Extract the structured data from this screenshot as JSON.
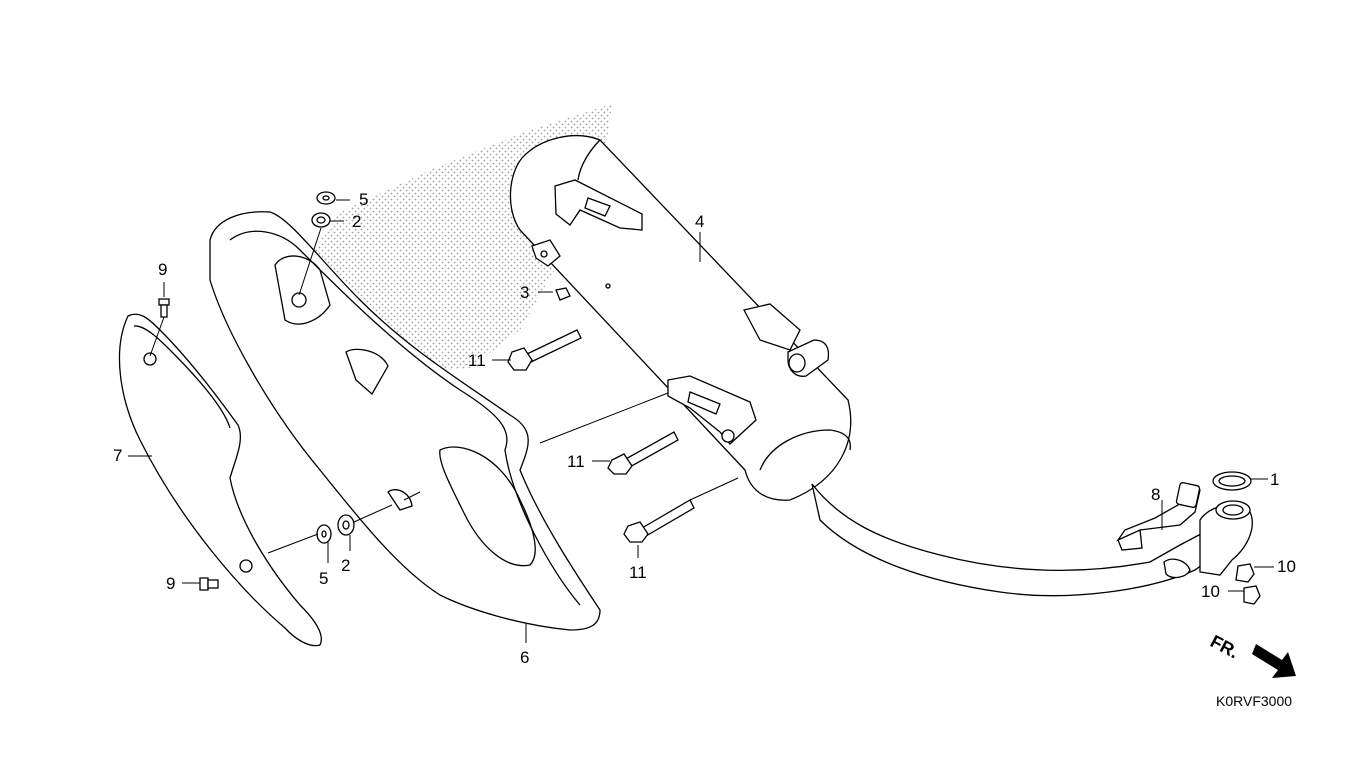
{
  "callouts": {
    "c1": "1",
    "c2a": "2",
    "c2b": "2",
    "c3": "3",
    "c4": "4",
    "c5a": "5",
    "c5b": "5",
    "c6": "6",
    "c7": "7",
    "c8": "8",
    "c9a": "9",
    "c9b": "9",
    "c10a": "10",
    "c10b": "10",
    "c11a": "11",
    "c11b": "11",
    "c11c": "11"
  },
  "direction_label": "FR.",
  "diagram_code": "K0RVF3000"
}
